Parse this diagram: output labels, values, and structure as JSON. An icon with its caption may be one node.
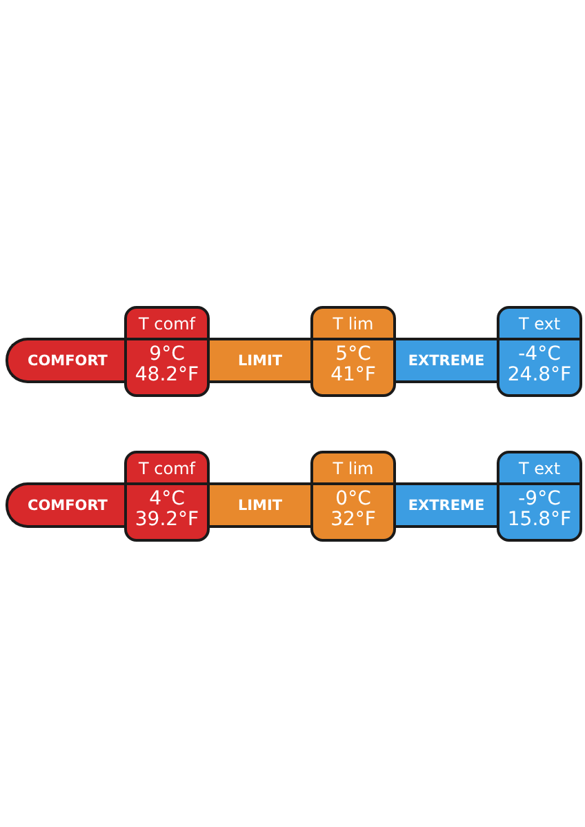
{
  "diagram": {
    "nodes": [
      {
        "text": [
          "COMFORT"
        ]
      },
      {
        "text": [
          "T comf",
          "9°C 48.2°F"
        ]
      },
      {
        "text": [
          "LIMIT"
        ]
      },
      {
        "text": [
          "T lim",
          "5°C 41°F"
        ]
      },
      {
        "text": [
          "EXTREME"
        ]
      },
      {
        "text": [
          "T ext",
          "-4°C 24.8°F"
        ]
      },
      {
        "text": [
          "COMFORT"
        ]
      },
      {
        "text": [
          "T comf",
          "4°C 39.2°F"
        ]
      },
      {
        "text": [
          "LIMIT"
        ]
      },
      {
        "text": [
          "T lim",
          "0°C 32°F"
        ]
      },
      {
        "text": [
          "EXTREME"
        ]
      },
      {
        "text": [
          "T ext",
          "-9°C 15.8°F"
        ]
      }
    ]
  }
}
